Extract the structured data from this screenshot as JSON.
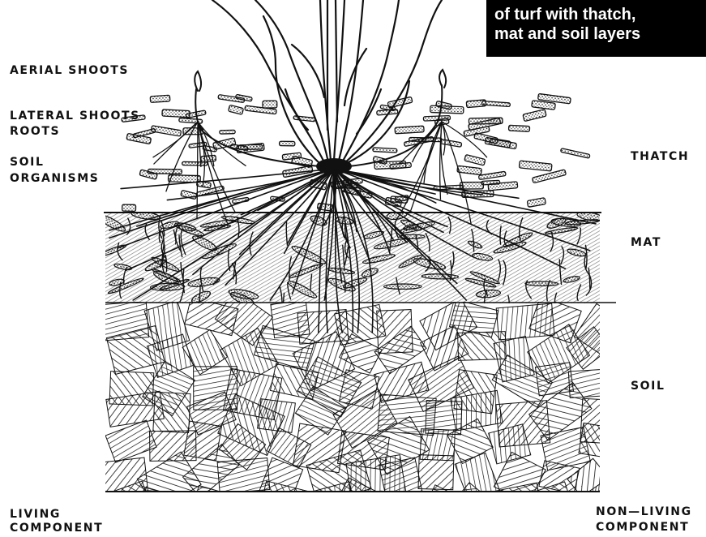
{
  "title": {
    "line1": "of turf with thatch,",
    "line2": "mat and soil layers"
  },
  "left_labels": {
    "aerial_shoots": "AERIAL SHOOTS",
    "lateral_shoots": "LATERAL SHOOTS",
    "roots": "ROOTS",
    "soil": "SOIL",
    "organisms": "ORGANISMS"
  },
  "right_labels": {
    "thatch": "THATCH",
    "mat": "MAT",
    "soil": "SOIL"
  },
  "bottom_labels": {
    "living_line1": "LIVING",
    "living_line2": "COMPONENT",
    "nonliving_line1": "NON—LIVING",
    "nonliving_line2": "COMPONENT"
  },
  "colors": {
    "ink": "#111111",
    "background": "#ffffff",
    "title_bg": "#000000",
    "title_fg": "#ffffff"
  },
  "icons": [
    "up-arrow-icon",
    "up-arrow-icon"
  ]
}
